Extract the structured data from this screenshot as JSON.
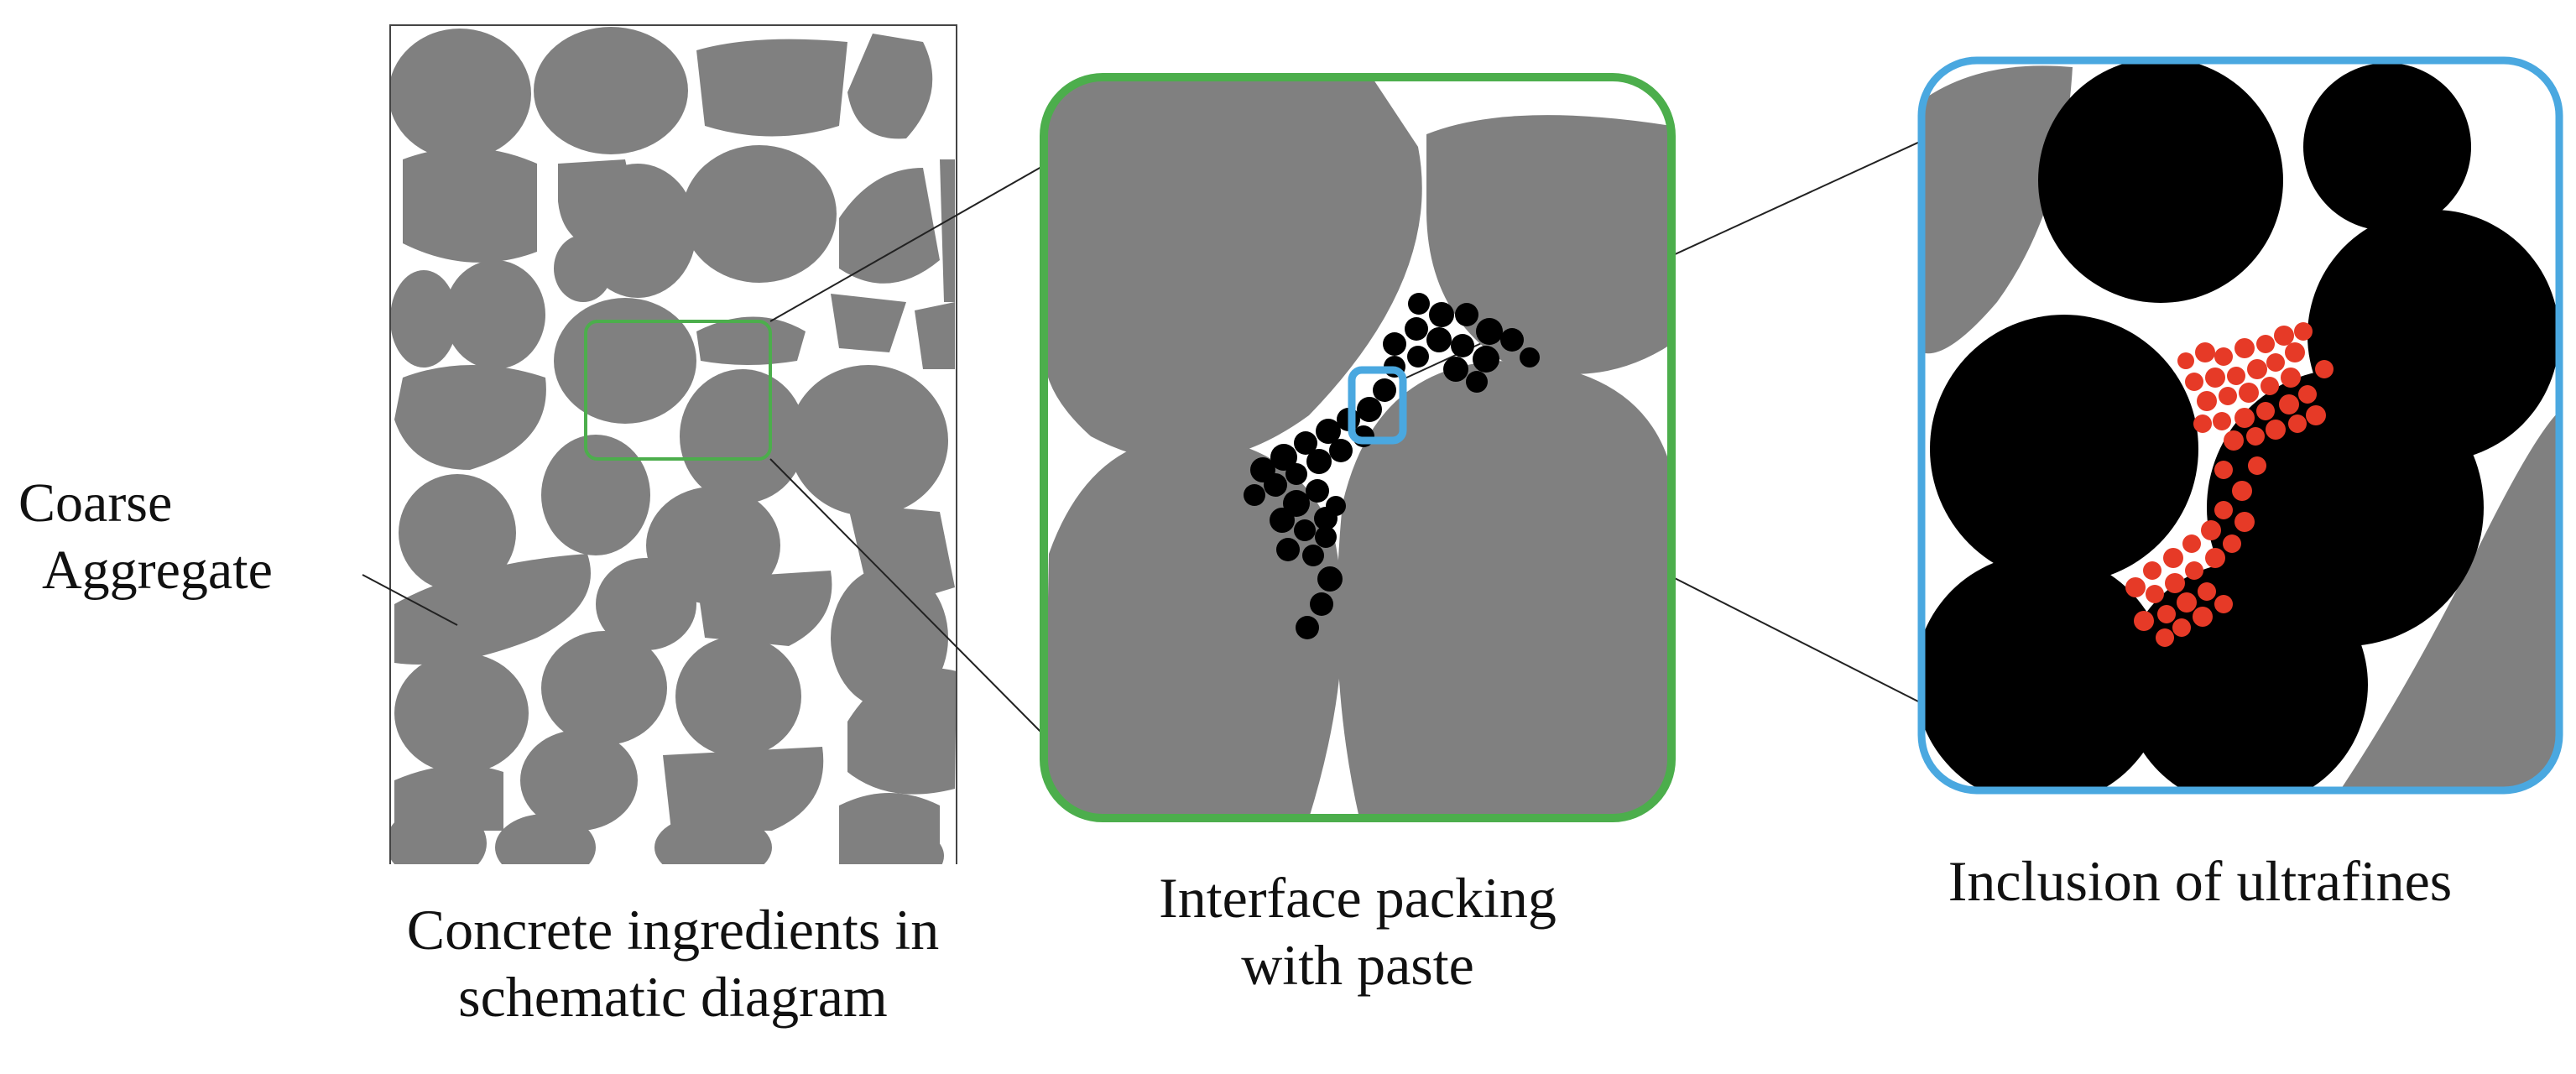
{
  "labels": {
    "coarse_aggregate_line1": "Coarse",
    "coarse_aggregate_line2": "Aggregate",
    "panel_left_line1": "Concrete ingredients in",
    "panel_left_line2": "schematic diagram",
    "panel_middle_line1": "Interface packing",
    "panel_middle_line2": "with paste",
    "panel_right": "Inclusion of ultrafines"
  },
  "colors": {
    "aggregate": "#808080",
    "paste_particle": "#000000",
    "ultrafine_particle": "#e63a27",
    "zoom_box_green": "#4cae4c",
    "zoom_box_blue": "#4aa8e0",
    "frame": "#444444",
    "leader_line": "#222222"
  }
}
